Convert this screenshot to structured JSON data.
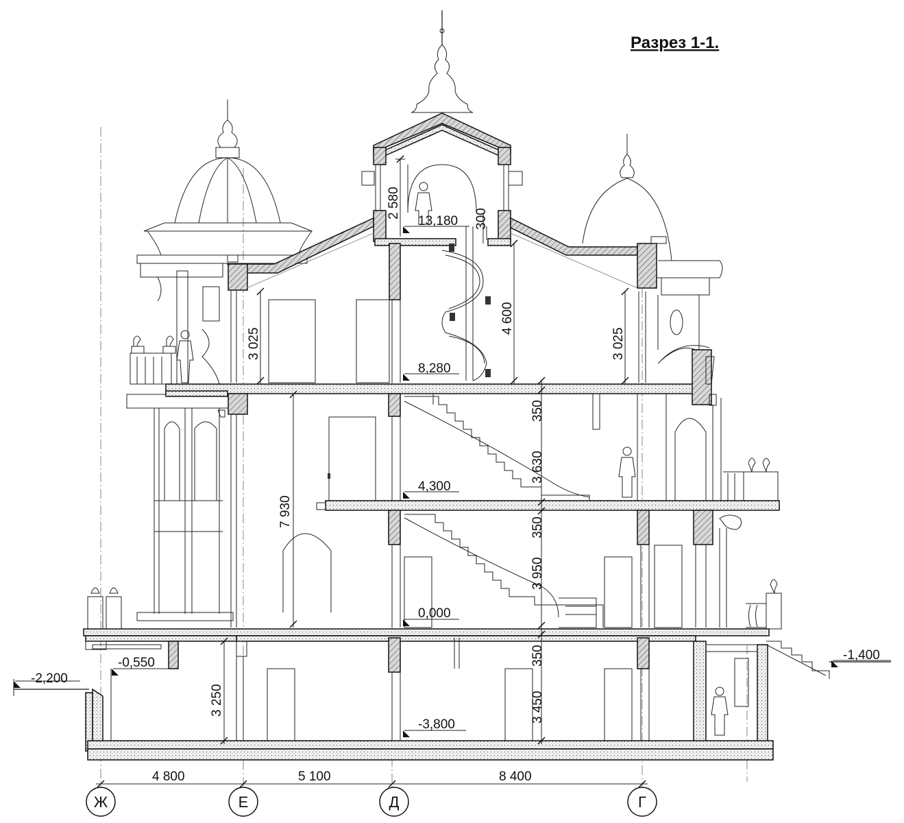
{
  "title": "Разрез 1-1.",
  "levels": {
    "l_13180": "13,180",
    "l_8280": "8,280",
    "l_4300": "4,300",
    "l_0000": "0,000",
    "l_m0550": "-0,550",
    "l_m3800": "-3,800",
    "l_m2200": "-2,200",
    "l_m1400": "-1,400"
  },
  "dimensions": {
    "d_2580": "2 580",
    "d_300": "300",
    "d_4600": "4 600",
    "d_3025_left": "3 025",
    "d_3025_right": "3 025",
    "d_350_a": "350",
    "d_3630": "3 630",
    "d_7930": "7 930",
    "d_350_b": "350",
    "d_3950": "3 950",
    "d_350_c": "350",
    "d_3450": "3 450",
    "d_3250": "3 250"
  },
  "spans": {
    "s_4800": "4 800",
    "s_5100": "5 100",
    "s_8400": "8 400"
  },
  "axes": {
    "zh": "Ж",
    "e": "Е",
    "d": "Д",
    "g": "Г"
  }
}
